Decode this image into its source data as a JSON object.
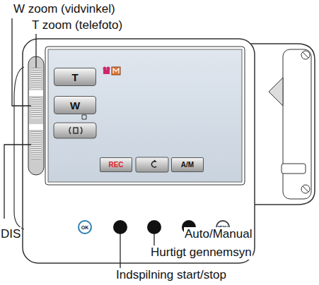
{
  "diagram": {
    "nodes": [
      {
        "text": [
          "T"
        ]
      },
      {
        "text": [
          "W"
        ]
      },
      {
        "text": [
          "REC"
        ]
      },
      {
        "text": [
          "A/M"
        ]
      },
      {
        "text": [
          "OK"
        ]
      },
      {
        "text": [
          "MENU"
        ]
      }
    ],
    "labels": [
      "W zoom (vidvinkel)",
      "T zoom (telefoto)",
      "DIS",
      "Auto/Manual",
      "Hurtigt gennemsyn",
      "Indspilning start/stop"
    ]
  }
}
